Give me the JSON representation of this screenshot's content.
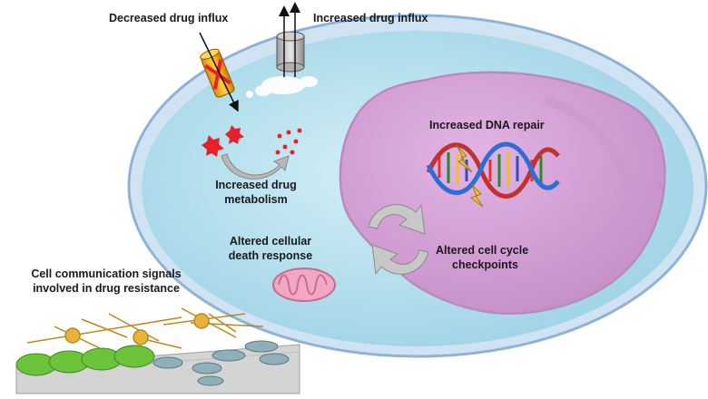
{
  "labels": {
    "decreased_influx": "Decreased drug influx",
    "increased_influx": "Increased drug influx",
    "dna_repair": "Increased DNA repair",
    "drug_metabolism": [
      "Increased drug",
      "metabolism"
    ],
    "death_response": [
      "Altered cellular",
      "death response"
    ],
    "cell_cycle": [
      "Altered cell cycle",
      "checkpoints"
    ],
    "cell_communication": [
      "Cell communication signals",
      "involved in drug resistance"
    ]
  },
  "colors": {
    "cytoplasm": "#bfe6f0",
    "cell_border": "#8fb3d6",
    "nucleus": "#d9a6da",
    "nucleus_border": "#b98bbd",
    "arrow_grey": "#b8b8b8",
    "drug_red": "#e8202a",
    "channel_orange": "#f0a020",
    "mitochondria": "#f2a7c4",
    "epithelium_green": "#6cc43a",
    "stromal_cell": "#e8b23c",
    "fibroblast": "#8fb0b8"
  },
  "icons": {
    "blocked_channel": "blocked-channel-icon",
    "efflux_pump": "efflux-pump-icon",
    "dna_helix": "dna-helix-icon",
    "mitochondrion": "mitochondrion-icon",
    "cycle_arrows": "cycle-arrows-icon"
  }
}
